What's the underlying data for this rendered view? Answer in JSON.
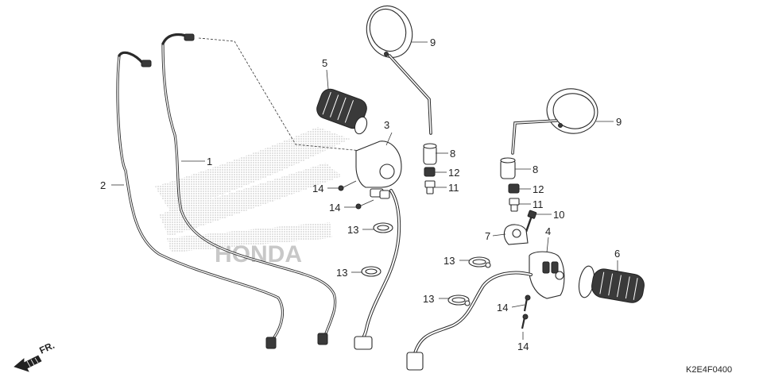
{
  "diagram_code": "K2E4F0400",
  "direction_label": "FR.",
  "watermark": "honda-wing-logo",
  "callouts": {
    "c1": "1",
    "c2": "2",
    "c3": "3",
    "c4": "4",
    "c5": "5",
    "c6": "6",
    "c7": "7",
    "c8a": "8",
    "c8b": "8",
    "c9a": "9",
    "c9b": "9",
    "c10": "10",
    "c11a": "11",
    "c11b": "11",
    "c12a": "12",
    "c12b": "12",
    "c13a": "13",
    "c13b": "13",
    "c13c": "13",
    "c13d": "13",
    "c14a": "14",
    "c14b": "14",
    "c14c": "14",
    "c14d": "14"
  }
}
